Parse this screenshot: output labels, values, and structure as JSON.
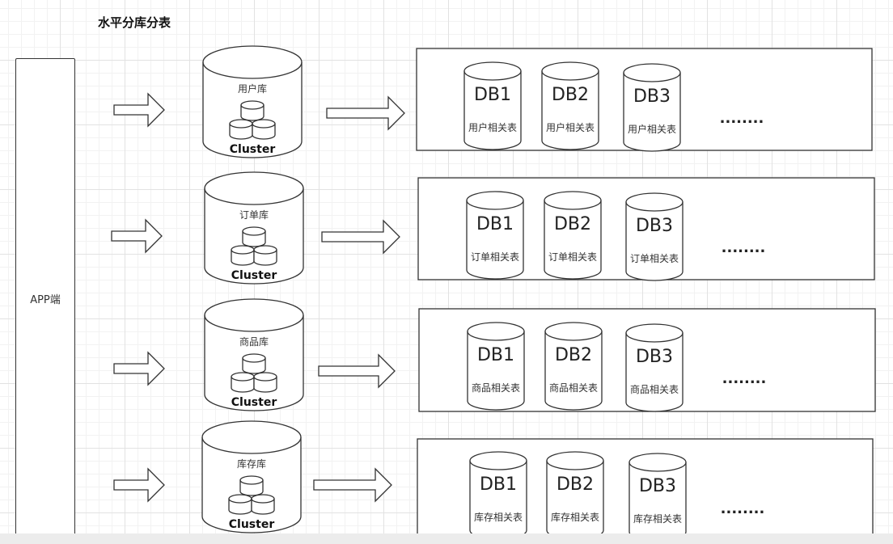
{
  "title": "水平分库分表",
  "app_label": "APP端",
  "cluster_label": "Cluster",
  "ellipsis": "........",
  "rows": [
    {
      "db_name": "用户库",
      "dbs": [
        {
          "name": "DB1",
          "table": "用户相关表"
        },
        {
          "name": "DB2",
          "table": "用户相关表"
        },
        {
          "name": "DB3",
          "table": "用户相关表"
        }
      ]
    },
    {
      "db_name": "订单库",
      "dbs": [
        {
          "name": "DB1",
          "table": "订单相关表"
        },
        {
          "name": "DB2",
          "table": "订单相关表"
        },
        {
          "name": "DB3",
          "table": "订单相关表"
        }
      ]
    },
    {
      "db_name": "商品库",
      "dbs": [
        {
          "name": "DB1",
          "table": "商品相关表"
        },
        {
          "name": "DB2",
          "table": "商品相关表"
        },
        {
          "name": "DB3",
          "table": "商品相关表"
        }
      ]
    },
    {
      "db_name": "库存库",
      "dbs": [
        {
          "name": "DB1",
          "table": "库存相关表"
        },
        {
          "name": "DB2",
          "table": "库存相关表"
        },
        {
          "name": "DB3",
          "table": "库存相关表"
        }
      ]
    }
  ],
  "colors": {
    "stroke": "#333333",
    "fill": "#ffffff",
    "text": "#333333"
  }
}
